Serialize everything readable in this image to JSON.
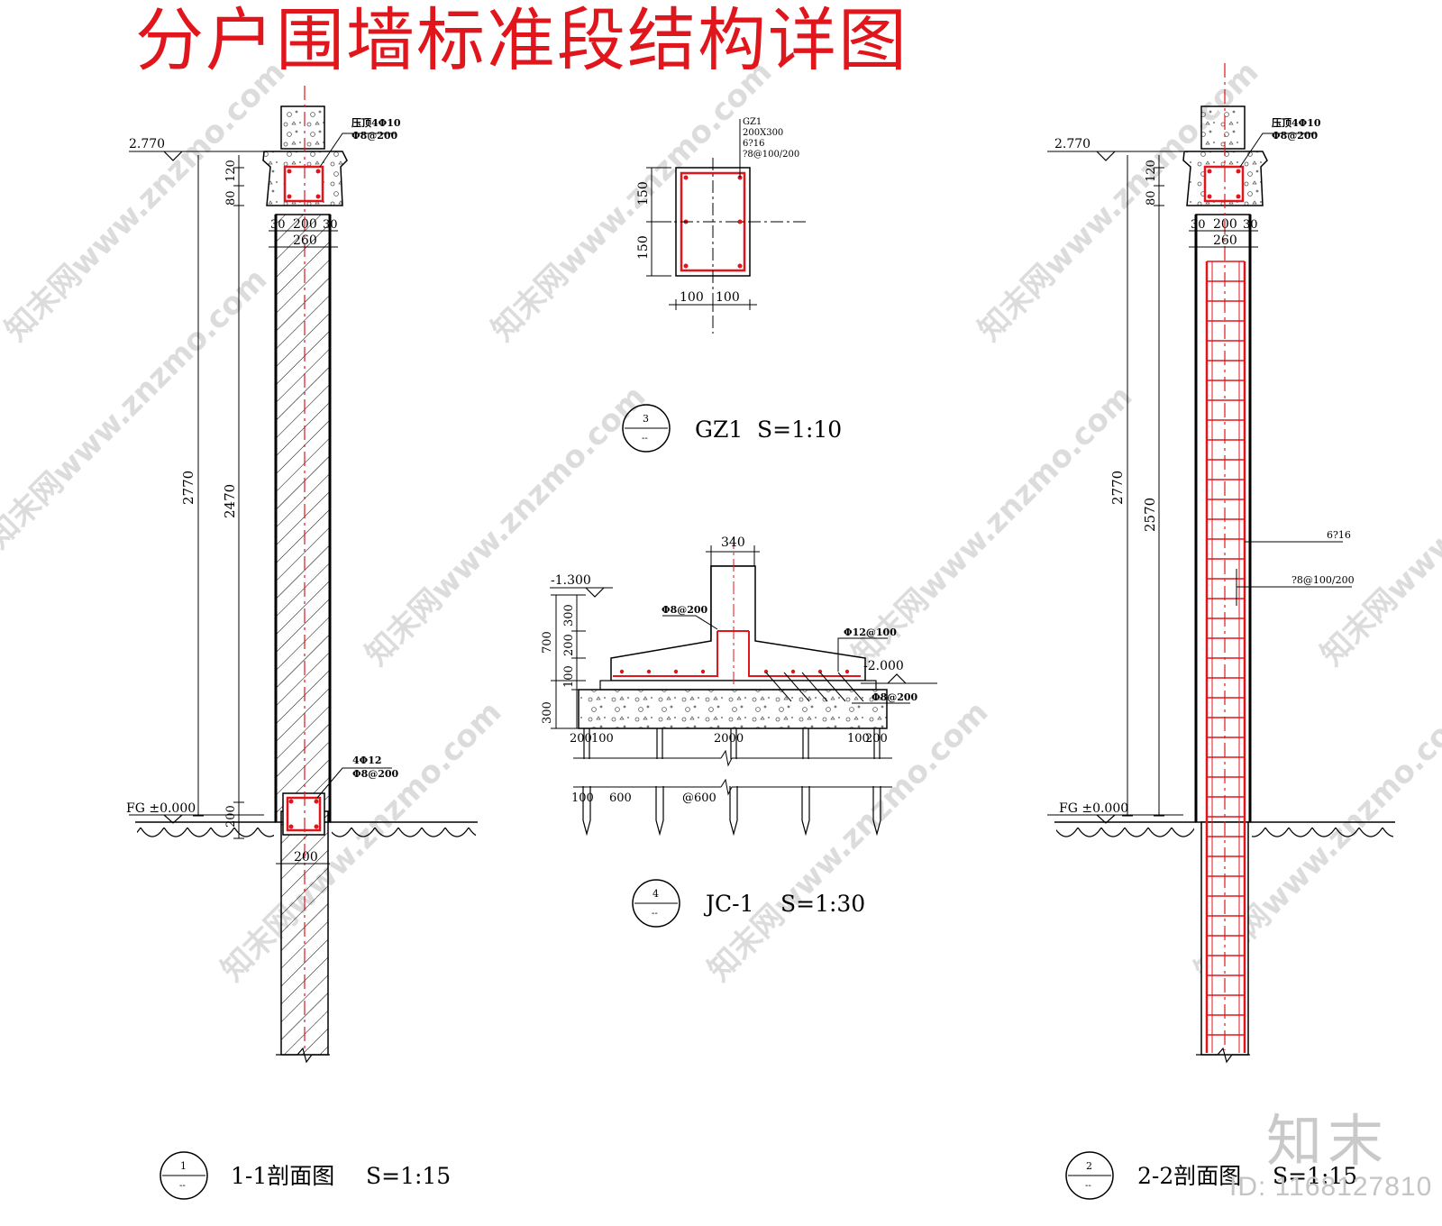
{
  "title": "分户围墙标准段结构详图",
  "brand": "知末",
  "image_id": "ID: 1168127810",
  "watermark": "知末网www.znzmo.com",
  "section_11": {
    "caption": {
      "number": "1",
      "name": "1-1剖面图",
      "scale": "S=1:15"
    },
    "top_elev": "2.770",
    "ground_elev": "FG ±0.000",
    "dims": {
      "top_80": "80",
      "top_120": "120",
      "w30a": "30",
      "w200": "200",
      "w30b": "30",
      "w260": "260",
      "total": "2770",
      "wall": "2470",
      "bottom": "200",
      "beam_w": "200"
    },
    "rebar_top": {
      "line1": "压顶4Φ10",
      "line2": "Φ8@200"
    },
    "rebar_beam": {
      "line1": "4Φ12",
      "line2": "Φ8@200"
    }
  },
  "section_22": {
    "caption": {
      "number": "2",
      "name": "2-2剖面图",
      "scale": "S=1:15"
    },
    "top_elev": "2.770",
    "ground_elev": "FG ±0.000",
    "dims": {
      "top_80": "80",
      "top_120": "120",
      "w30a": "30",
      "w200": "200",
      "w30b": "30",
      "w260": "260",
      "total": "2770",
      "wall": "2570"
    },
    "rebar_top": {
      "line1": "压顶4Φ10",
      "line2": "Φ8@200"
    },
    "rebar_main": "6?16",
    "rebar_stirrup": "?8@100/200"
  },
  "gz1": {
    "caption": {
      "number": "3",
      "name": "GZ1",
      "scale": "S=1:10"
    },
    "label": {
      "line1": "GZ1",
      "line2": "200X300",
      "line3": "6?16",
      "line4": "?8@100/200"
    },
    "dims": {
      "h150a": "150",
      "h150b": "150",
      "w100a": "100",
      "w100b": "100"
    }
  },
  "jc1": {
    "caption": {
      "number": "4",
      "name": "JC-1",
      "scale": "S=1:30"
    },
    "elev_top": "-1.300",
    "elev_bottom": "-2.000",
    "dims": {
      "w340": "340",
      "h700": "700",
      "h300": "300",
      "h200": "200",
      "h100": "100",
      "h300b": "300",
      "b200a": "200",
      "b100a": "100",
      "b2000": "2000",
      "b100b": "100",
      "b200b": "200",
      "p100": "100",
      "p600": "600",
      "p_at600": "@600"
    },
    "rebar_a": "Φ8@200",
    "rebar_b": "Φ12@100",
    "rebar_c": "Φ8@200",
    "mark": "1"
  }
}
